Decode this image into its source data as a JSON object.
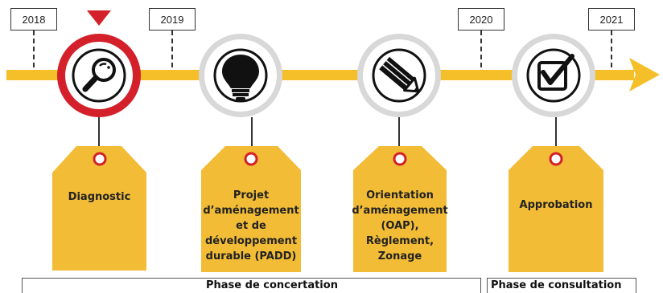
{
  "timeline": {
    "years": [
      "2018",
      "2019",
      "2020",
      "2021"
    ],
    "milestones": [
      {
        "icon": "magnifier-icon",
        "label": "Diagnostic",
        "current": true
      },
      {
        "icon": "lightbulb-icon",
        "label": "Projet\nd’aménagement\net de\ndéveloppement\ndurable (PADD)",
        "current": false
      },
      {
        "icon": "pencil-icon",
        "label": "Orientation\nd’aménagement\n(OAP),\nRèglement,\nZonage",
        "current": false
      },
      {
        "icon": "checkbox-icon",
        "label": "Approbation",
        "current": false
      }
    ],
    "phases": [
      "Phase de concertation",
      "Phase de consultation"
    ]
  },
  "colors": {
    "timeline_yellow": "#F5BF2A",
    "tag_yellow": "#F2BC36",
    "highlight_red": "#D3202A",
    "dark": "#222222"
  }
}
